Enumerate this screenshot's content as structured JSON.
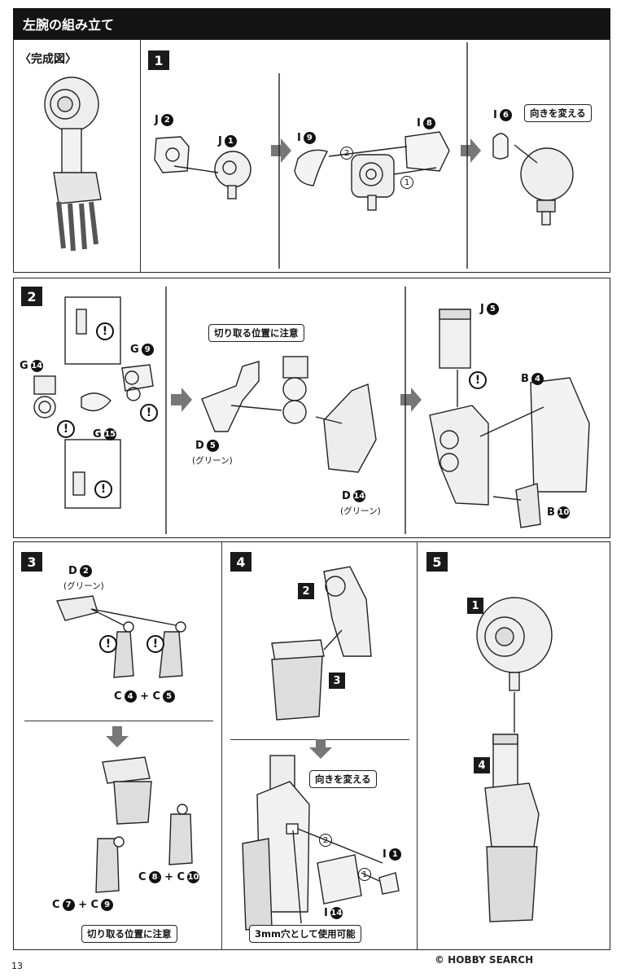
{
  "header": {
    "title": "左腕の組み立て"
  },
  "complete_label": "〈完成図〉",
  "steps": [
    "1",
    "2",
    "3",
    "4",
    "5"
  ],
  "labels": {
    "s1_j2": "J",
    "s1_j2n": "2",
    "s1_j1": "J",
    "s1_j1n": "1",
    "s1_i9": "I",
    "s1_i9n": "9",
    "s1_i8": "I",
    "s1_i8n": "8",
    "s1_i6": "I",
    "s1_i6n": "6",
    "s2_g14": "G",
    "s2_g14n": "14",
    "s2_g9": "G",
    "s2_g9n": "9",
    "s2_g15": "G",
    "s2_g15n": "15",
    "s2_d5": "D",
    "s2_d5n": "5",
    "s2_d14": "D",
    "s2_d14n": "14",
    "s2_j5": "J",
    "s2_j5n": "5",
    "s2_b4": "B",
    "s2_b4n": "4",
    "s2_b10": "B",
    "s2_b10n": "10",
    "s3_d2": "D",
    "s3_d2n": "2",
    "s3_c4": "C",
    "s3_c4n": "4",
    "s3_c5": "C",
    "s3_c5n": "5",
    "s3_c8": "C",
    "s3_c8n": "8",
    "s3_c10": "C",
    "s3_c10n": "10",
    "s3_c7": "C",
    "s3_c7n": "7",
    "s3_c9": "C",
    "s3_c9n": "9",
    "s4_i1": "I",
    "s4_i1n": "1",
    "s4_i14": "I",
    "s4_i14n": "14",
    "plus": "+",
    "green": "(グリーン)",
    "order1": "1",
    "order2": "2",
    "excl": "!"
  },
  "callouts": {
    "turn": "向きを変える",
    "cut": "切り取る位置に注意",
    "hole": "3mm穴として使用可能"
  },
  "sub_steps": {
    "s4_2": "2",
    "s4_3": "3",
    "s5_1": "1",
    "s5_4": "4"
  },
  "page_number": "13",
  "watermark": "© HOBBY SEARCH"
}
